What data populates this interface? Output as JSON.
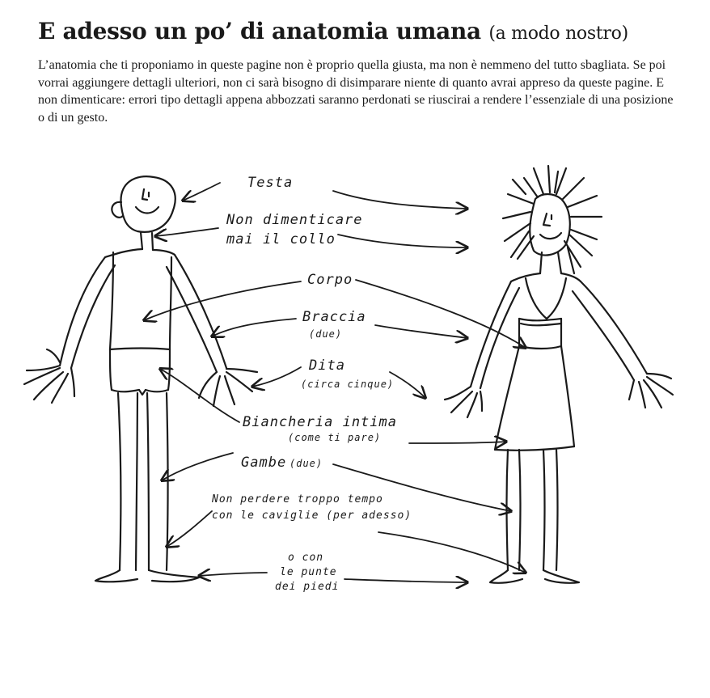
{
  "page": {
    "title": "E adesso un po’ di anatomia umana",
    "title_suffix": "(a modo nostro)",
    "intro": "L’anatomia che ti proponiamo in queste pagine non è proprio quella giusta, ma non è nemmeno del tutto sbagliata. Se poi vorrai aggiungere dettagli ulteriori, non ci sarà bisogno di disimparare niente di quanto avrai appreso da queste pagine. E non dimenticare: errori tipo dettagli appena abbozzati saranno perdonati se riuscirai a rendere l’essenziale di una posizione o di un gesto."
  },
  "labels": {
    "head": "Testa",
    "neck_1": "Non dimenticare",
    "neck_2": "mai il collo",
    "body": "Corpo",
    "arms": "Braccia",
    "arms_note": "(due)",
    "fingers": "Dita",
    "fingers_note": "(circa cinque)",
    "underwear": "Biancheria intima",
    "underwear_note": "(come ti pare)",
    "legs": "Gambe",
    "legs_note": "(due)",
    "ankles_1": "Non perdere troppo tempo",
    "ankles_2": "con le caviglie (per adesso)",
    "feet_1": "o con",
    "feet_2": "le punte",
    "feet_3": "dei piedi"
  },
  "figures": [
    "man-figure",
    "woman-figure"
  ],
  "ink_color": "#1a1a1a"
}
